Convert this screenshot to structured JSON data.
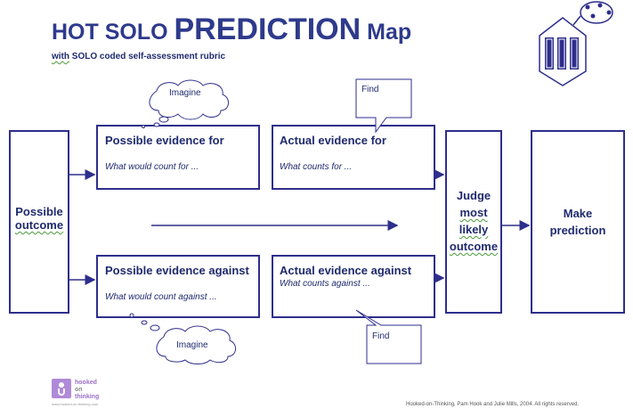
{
  "header": {
    "title_part1": "HOT SOLO ",
    "title_part2": "PREDICTION",
    "title_part3": " Map",
    "subtitle_with": "with",
    "subtitle_rest": " SOLO coded self-assessment rubric"
  },
  "left_box": {
    "line1": "Possible",
    "line2": "outcome"
  },
  "boxes": {
    "possible_for": {
      "heading": "Possible evidence for",
      "prompt": "What would count for ..."
    },
    "actual_for": {
      "heading": "Actual evidence for",
      "prompt": "What counts for ..."
    },
    "possible_against": {
      "heading": "Possible evidence against",
      "prompt": "What would count against ..."
    },
    "actual_against": {
      "heading": "Actual evidence against",
      "prompt": "What counts against ..."
    }
  },
  "judge_box": {
    "line1": "Judge",
    "line2": "most",
    "line3": "likely",
    "line4": "outcome"
  },
  "make_box": {
    "line1": "Make",
    "line2": "prediction"
  },
  "callouts": {
    "imagine_top": "Imagine",
    "find_top": "Find",
    "imagine_bottom": "Imagine",
    "find_bottom": "Find"
  },
  "logo": {
    "line1": "hooked",
    "line2": "on",
    "line3": "thinking",
    "url": "www.hooked-on-thinking.com"
  },
  "footer": {
    "copyright": "Hooked-on-Thinking, Pam Hook and Julie Mills, 2004.  All rights reserved."
  },
  "colors": {
    "primary": "#2e3a8c",
    "box_border": "#2e2e8c",
    "logo": "#9a6fc7"
  }
}
